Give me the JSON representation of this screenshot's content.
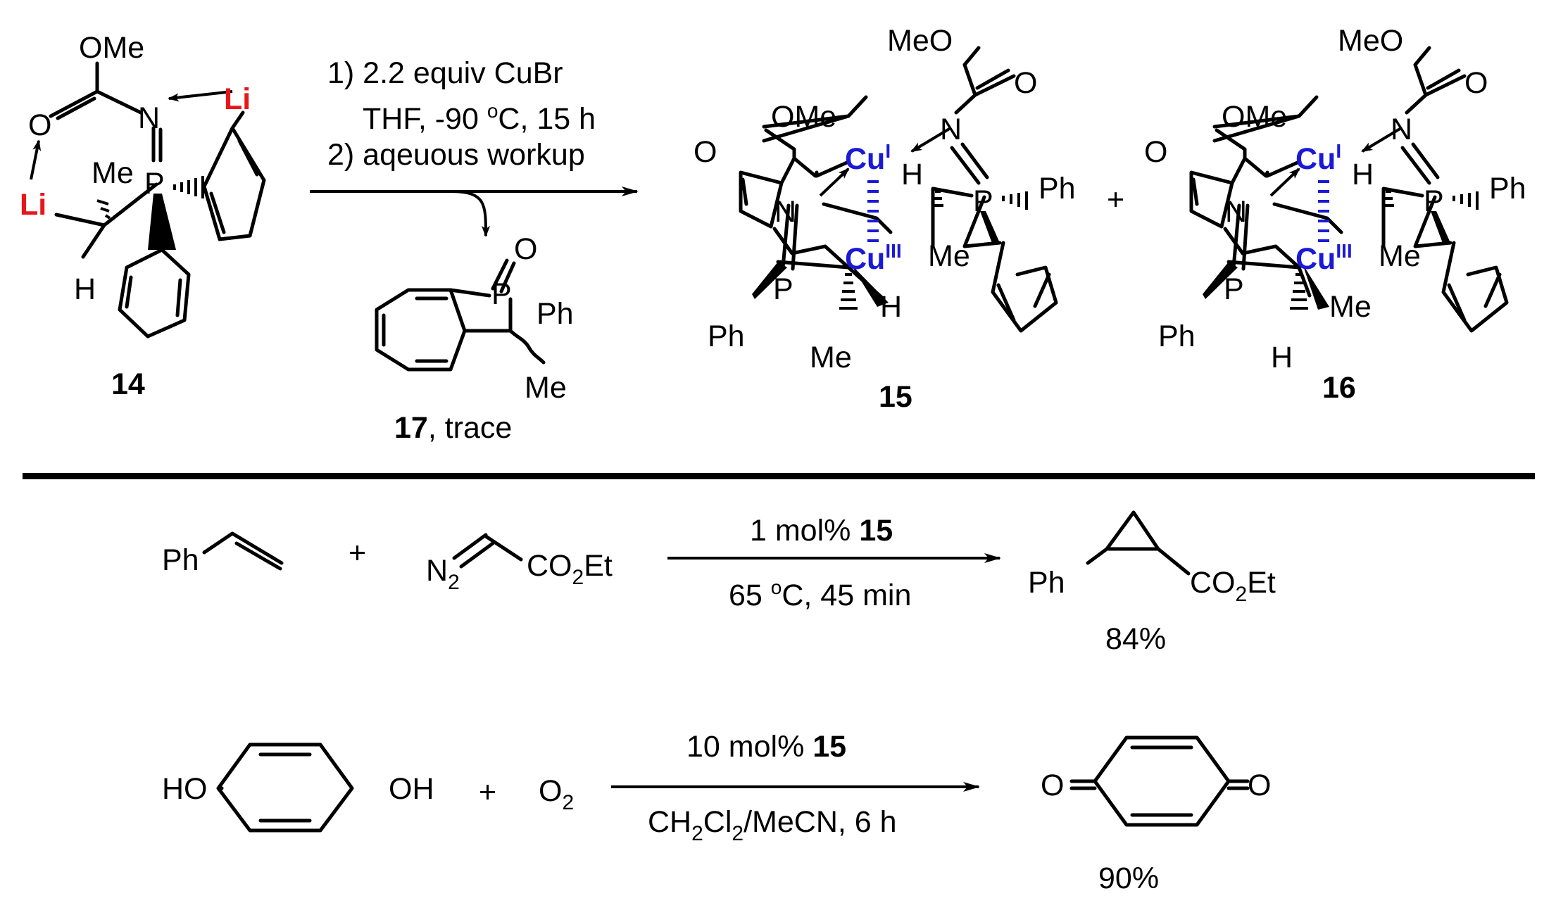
{
  "top_scheme": {
    "compound_14": {
      "number": "14",
      "atoms": {
        "ome": "OMe",
        "o": "O",
        "n": "N",
        "p": "P",
        "li1": "Li",
        "li2": "Li",
        "me": "Me",
        "h": "H"
      }
    },
    "conditions": {
      "step1_line1": "1) 2.2 equiv CuBr",
      "step1_line2_a": "THF, -90 ",
      "step1_line2_sup": "o",
      "step1_line2_b": "C, 15 h",
      "step2": "2) aqeuous  workup"
    },
    "byproduct_17": {
      "atoms": {
        "o": "O",
        "p": "P",
        "ph": "Ph",
        "me": "Me"
      },
      "number": "17",
      "note": ", trace"
    },
    "complex_15": {
      "number": "15",
      "atoms": {
        "ome_top": "MeO",
        "o_top": "O",
        "n_right": "N",
        "ome_left": "OMe",
        "o_left": "O",
        "n_py": "N",
        "cu1": "Cu",
        "cu1_ox": "I",
        "cu3": "Cu",
        "cu3_ox": "III",
        "h_top": "H",
        "p_right": "P",
        "ph_right": "Ph",
        "me_mid": "Me",
        "p_left": "P",
        "ph_left": "Ph",
        "h_low": "H",
        "me_low": "Me"
      }
    },
    "plus": "+",
    "complex_16": {
      "number": "16",
      "atoms": {
        "ome_top": "MeO",
        "o_top": "O",
        "n_right": "N",
        "ome_left": "OMe",
        "o_left": "O",
        "n_py": "N",
        "cu1": "Cu",
        "cu1_ox": "I",
        "cu3": "Cu",
        "cu3_ox": "III",
        "h_top": "H",
        "p_right": "P",
        "ph_right": "Ph",
        "me_mid": "Me",
        "p_left": "P",
        "ph_left": "Ph",
        "me_low": "Me",
        "h_low": "H"
      }
    }
  },
  "reaction_1": {
    "substrate_ph": "Ph",
    "plus": "+",
    "diazo": {
      "n2": "N",
      "n2_sub": "2",
      "co2et_a": "CO",
      "co2et_sub": "2",
      "co2et_b": "Et"
    },
    "catalyst_a": "1 mol% ",
    "catalyst_b": "15",
    "conditions_a": "65 ",
    "conditions_sup": "o",
    "conditions_b": "C, 45 min",
    "product": {
      "ph": "Ph",
      "co2et_a": "CO",
      "co2et_sub": "2",
      "co2et_b": "Et"
    },
    "yield": "84%"
  },
  "reaction_2": {
    "ho_left": "HO",
    "oh_right": "OH",
    "plus": "+",
    "o2": "O",
    "o2_sub": "2",
    "catalyst_a": "10 mol% ",
    "catalyst_b": "15",
    "solvent": {
      "a": "CH",
      "s1": "2",
      "b": "Cl",
      "s2": "2",
      "c": "/MeCN, 6 h"
    },
    "product": {
      "o_left": "O",
      "o_right": "O"
    },
    "yield": "90%"
  },
  "colors": {
    "lithium": "#e8161b",
    "copper": "#1a1ad6",
    "ink": "#000000"
  }
}
